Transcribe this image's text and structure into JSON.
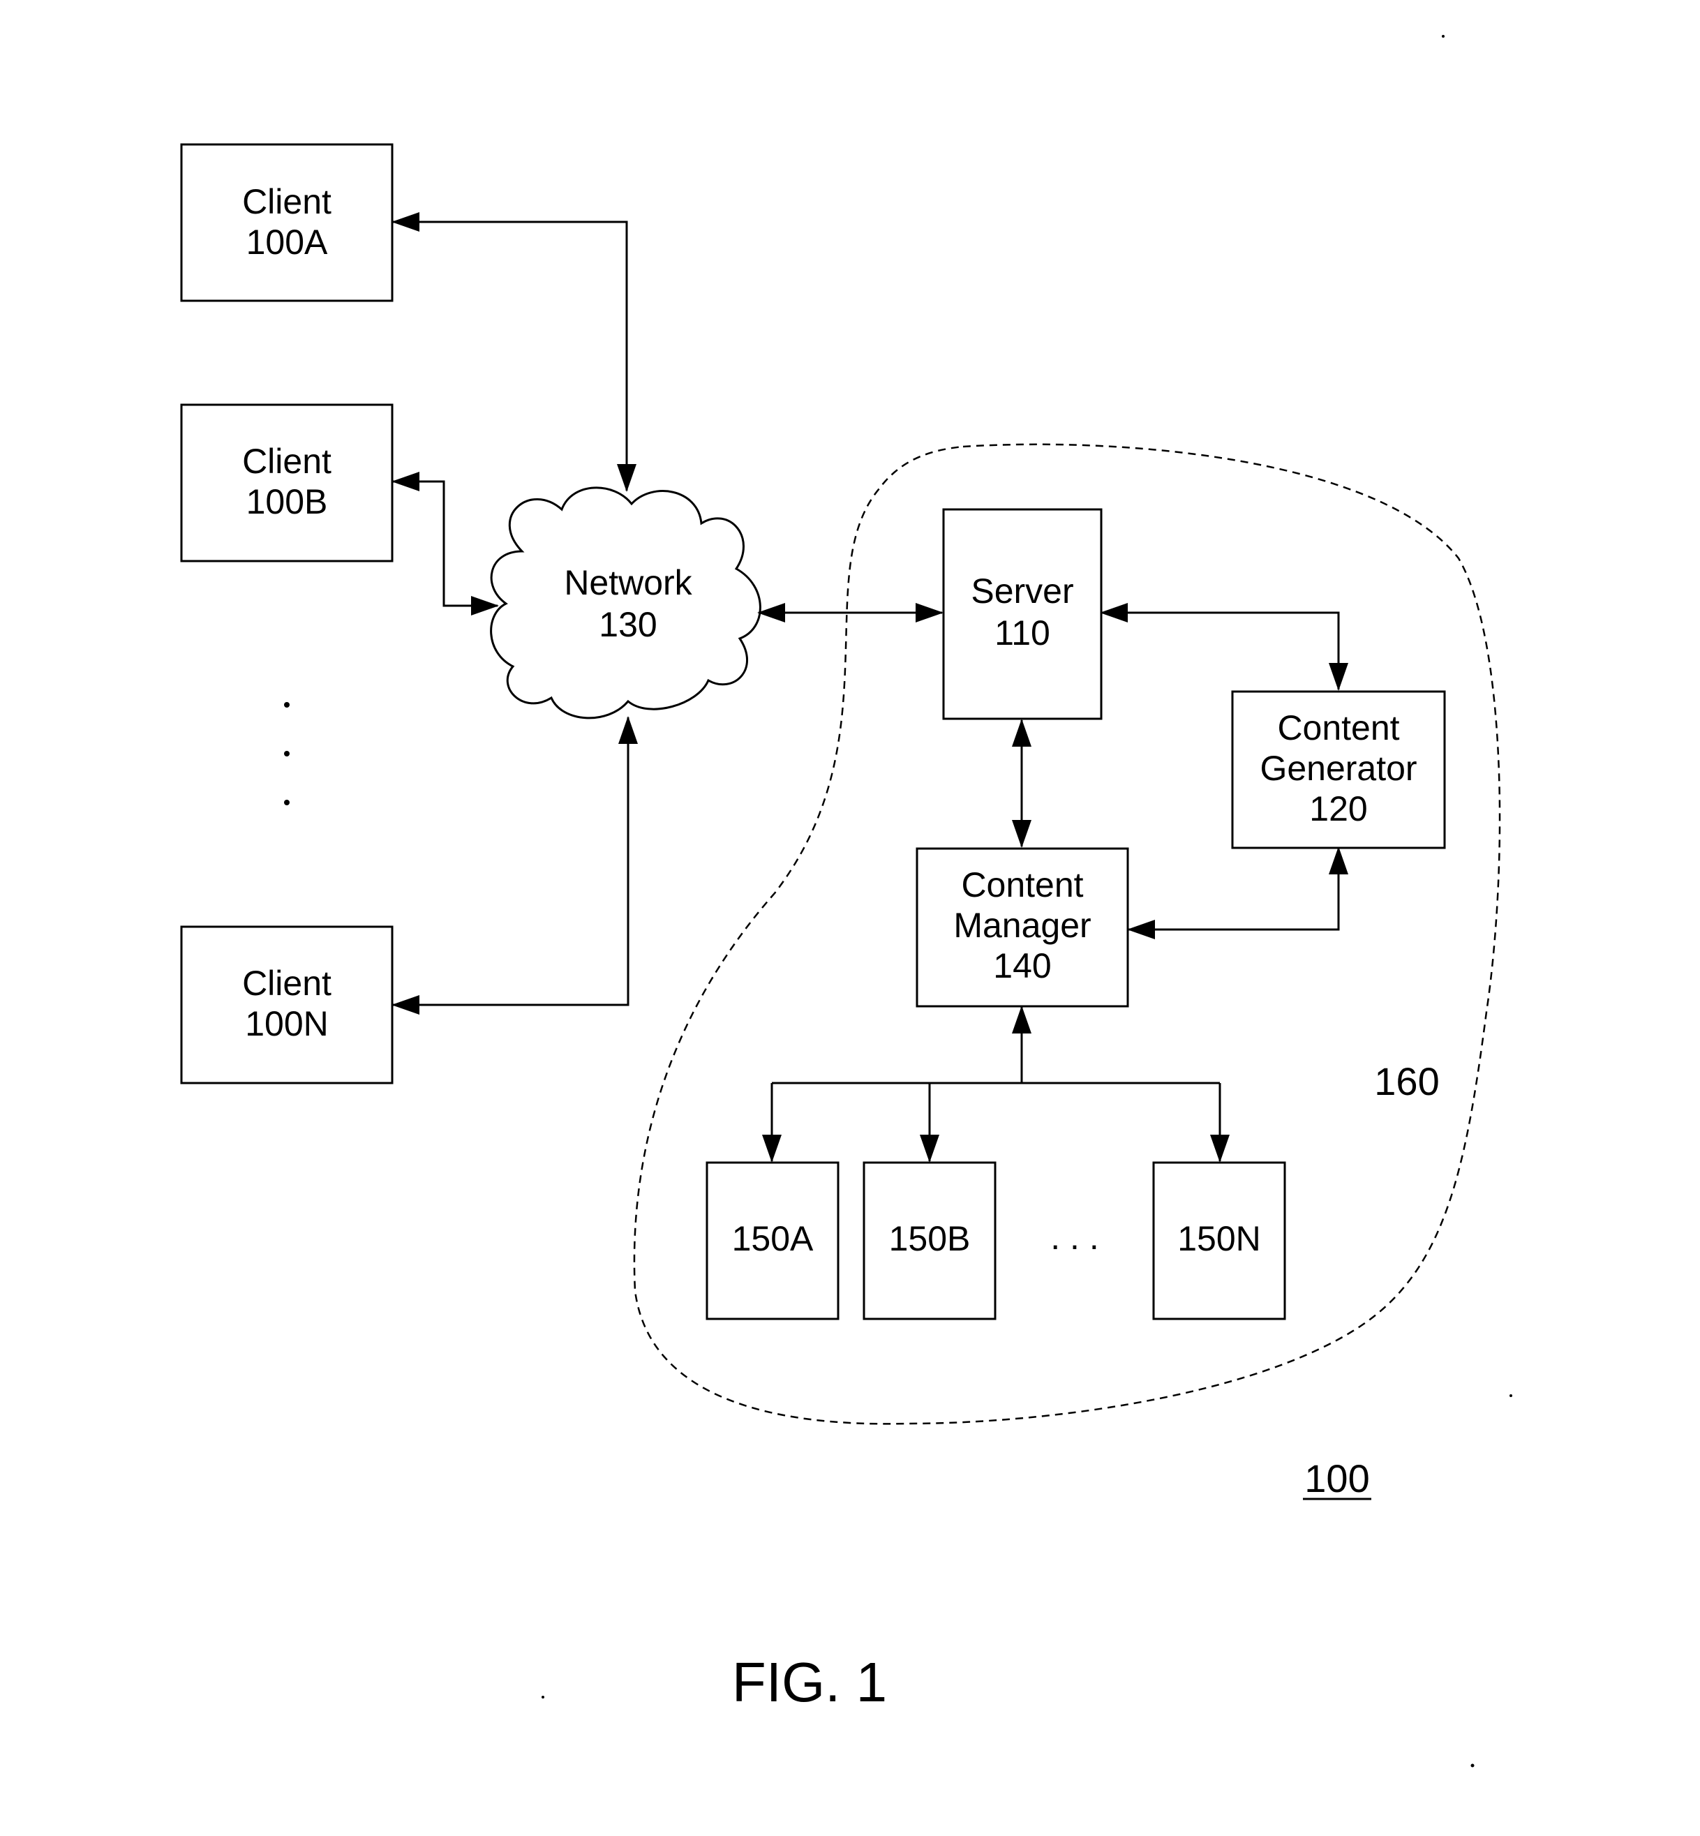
{
  "nodes": {
    "client_a": {
      "line1": "Client",
      "line2": "100A"
    },
    "client_b": {
      "line1": "Client",
      "line2": "100B"
    },
    "client_n": {
      "line1": "Client",
      "line2": "100N"
    },
    "network": {
      "line1": "Network",
      "line2": "130"
    },
    "server": {
      "line1": "Server",
      "line2": "110"
    },
    "content_generator": {
      "line1": "Content",
      "line2": "Generator",
      "line3": "120"
    },
    "content_manager": {
      "line1": "Content",
      "line2": "Manager",
      "line3": "140"
    },
    "store_a": {
      "label": "150A"
    },
    "store_b": {
      "label": "150B"
    },
    "store_n": {
      "label": "150N"
    }
  },
  "ellipsis": ". . .",
  "region_label": "160",
  "system_label": "100",
  "figure_caption": "FIG. 1"
}
